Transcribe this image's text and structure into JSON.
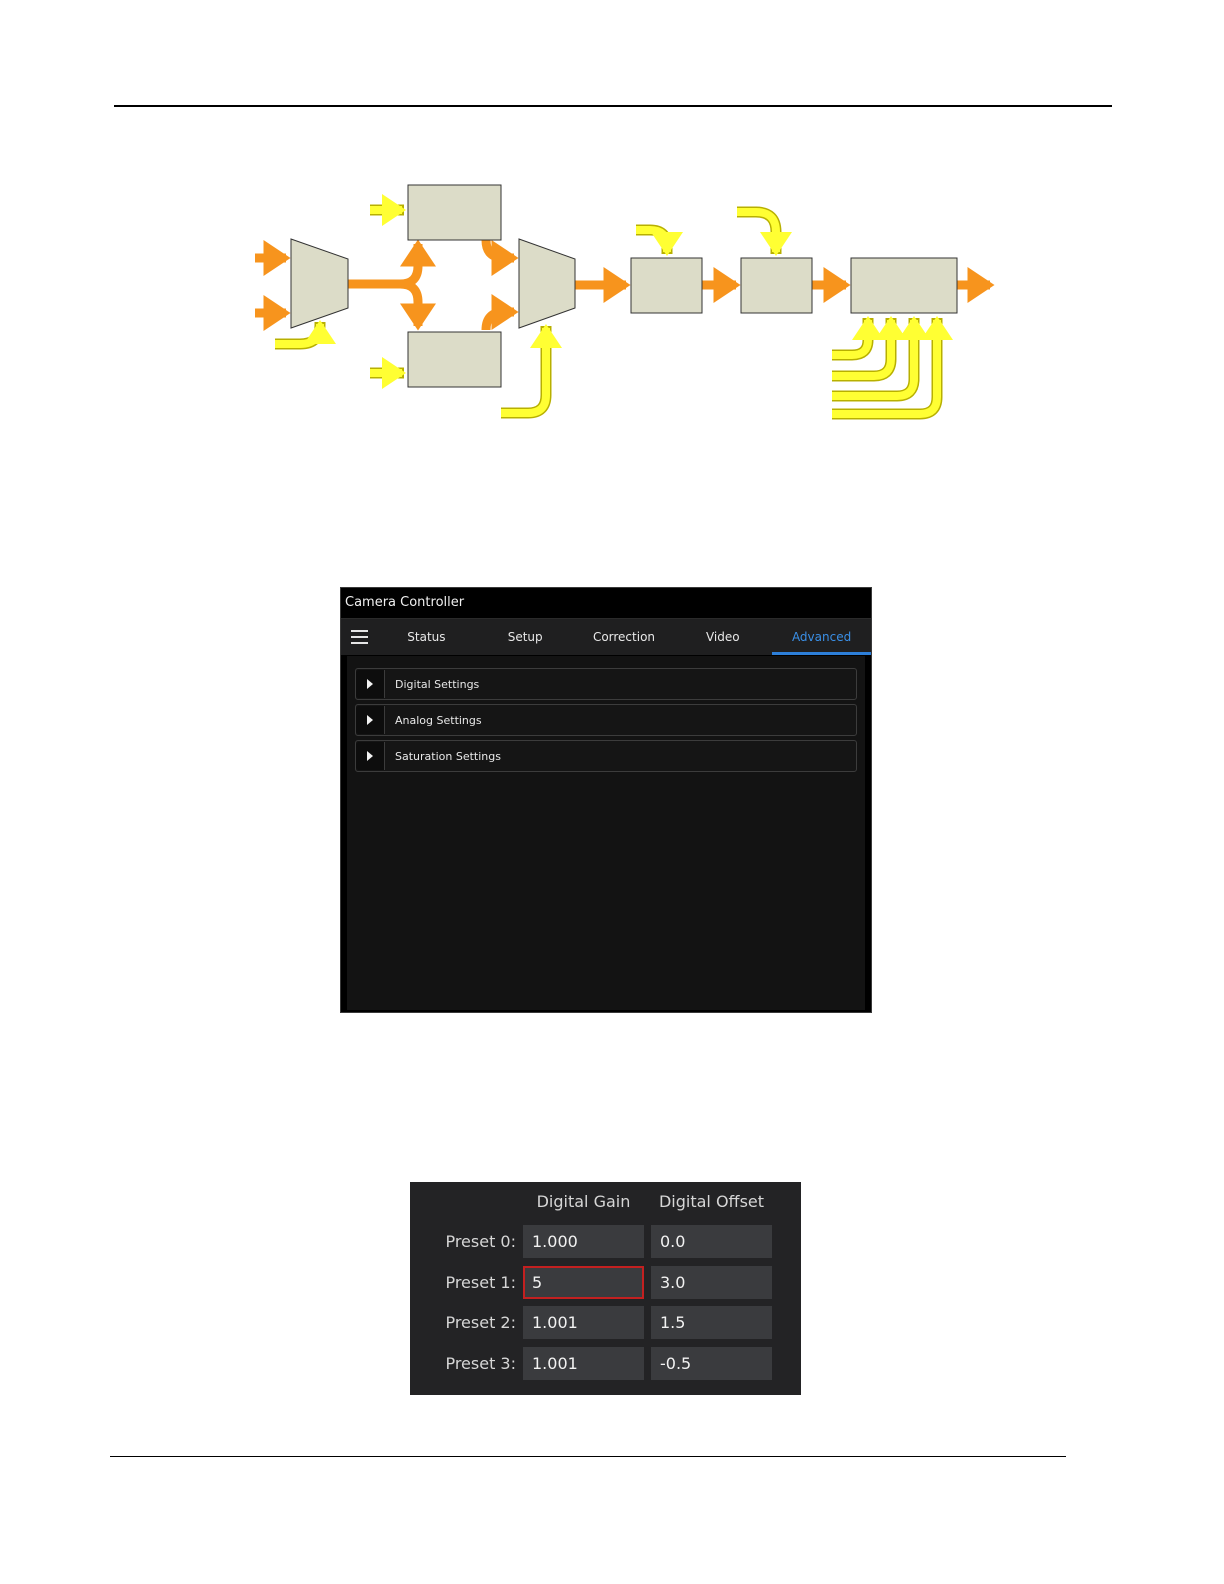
{
  "camera_controller": {
    "title": "Camera Controller",
    "tabs": [
      {
        "label": "Status"
      },
      {
        "label": "Setup"
      },
      {
        "label": "Correction"
      },
      {
        "label": "Video"
      },
      {
        "label": "Advanced",
        "active": true
      }
    ],
    "sections": [
      {
        "label": "Digital Settings"
      },
      {
        "label": "Analog Settings"
      },
      {
        "label": "Saturation Settings"
      }
    ],
    "accent_color": "#2d7fd9"
  },
  "preset_table": {
    "headers": {
      "gain": "Digital Gain",
      "offset": "Digital Offset"
    },
    "rows": [
      {
        "label": "Preset 0:",
        "gain": "1.000",
        "offset": "0.0"
      },
      {
        "label": "Preset 1:",
        "gain": "5",
        "offset": "3.0"
      },
      {
        "label": "Preset 2:",
        "gain": "1.001",
        "offset": "1.5"
      },
      {
        "label": "Preset 3:",
        "gain": "1.001",
        "offset": "-0.5"
      }
    ],
    "error_color": "#c32020"
  },
  "diagram": {
    "data_path_color": "#f7941d",
    "control_path_color": "#ffff00",
    "block_color": "#dcdcc8"
  }
}
